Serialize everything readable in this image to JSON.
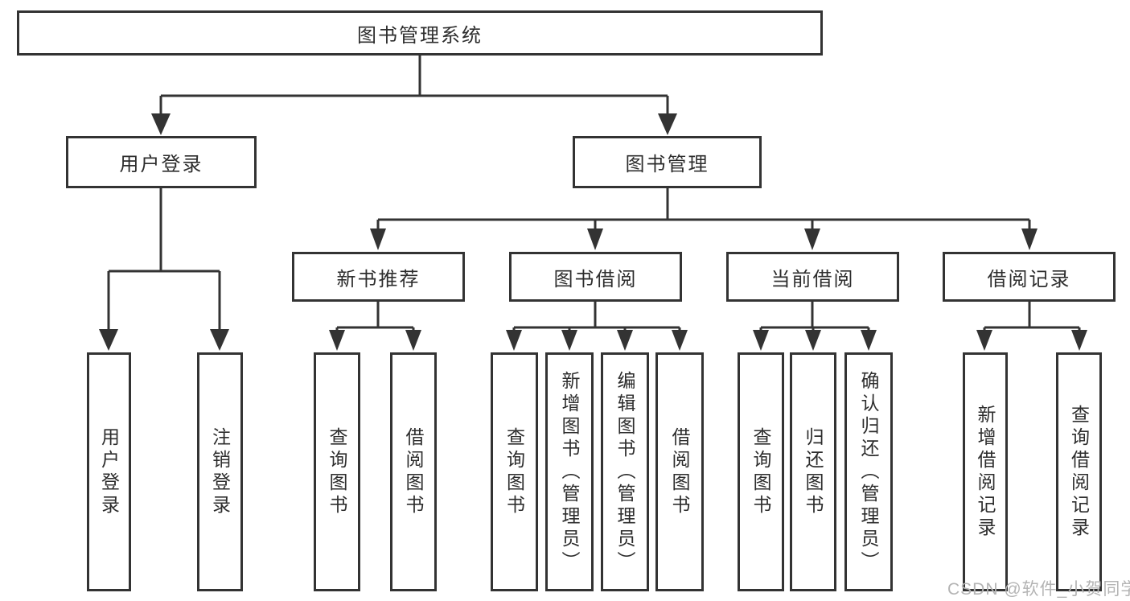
{
  "diagram": {
    "root": {
      "label": "图书管理系统"
    },
    "level2": [
      {
        "label": "用户登录"
      },
      {
        "label": "图书管理"
      }
    ],
    "level3": [
      {
        "label": "新书推荐"
      },
      {
        "label": "图书借阅"
      },
      {
        "label": "当前借阅"
      },
      {
        "label": "借阅记录"
      }
    ],
    "leaves": {
      "user": [
        {
          "label": "用户登录"
        },
        {
          "label": "注销登录"
        }
      ],
      "recommend": [
        {
          "label": "查询图书"
        },
        {
          "label": "借阅图书"
        }
      ],
      "borrowing": [
        {
          "label": "查询图书"
        },
        {
          "label": "新增图书（管理员）"
        },
        {
          "label": "编辑图书（管理员）"
        },
        {
          "label": "借阅图书"
        }
      ],
      "current": [
        {
          "label": "查询图书"
        },
        {
          "label": "归还图书"
        },
        {
          "label": "确认归还（管理员）"
        }
      ],
      "records": [
        {
          "label": "新增借阅记录"
        },
        {
          "label": "查询借阅记录"
        }
      ]
    }
  },
  "watermark": {
    "text": "CSDN @软件_小贺同学"
  },
  "colors": {
    "line": "#333333",
    "border": "#333333",
    "text": "#2d2d2d",
    "background": "#ffffff",
    "watermark": "#b4b4b4"
  }
}
